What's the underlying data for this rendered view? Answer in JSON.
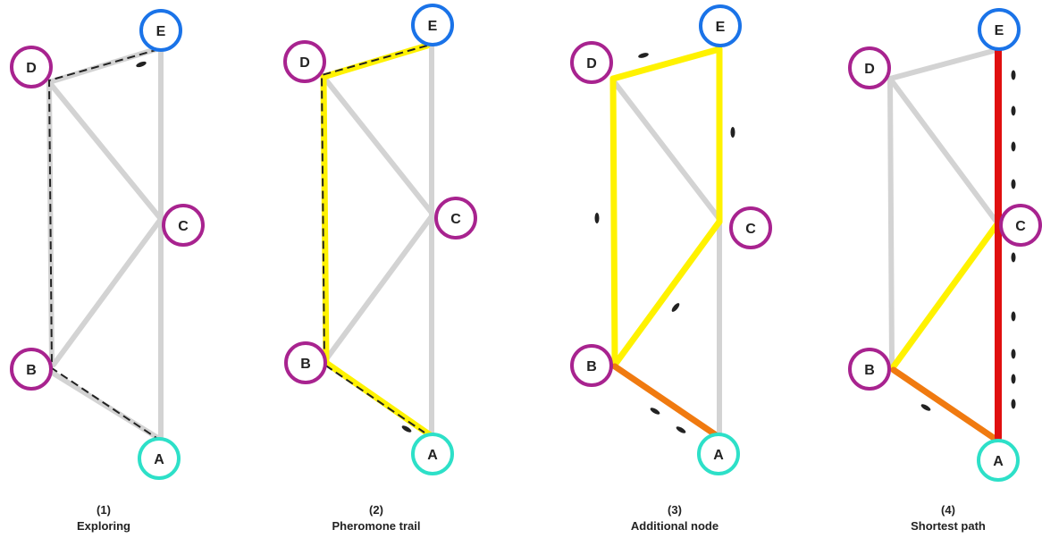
{
  "panels": [
    {
      "number": "(1)",
      "title": "Exploring"
    },
    {
      "number": "(2)",
      "title": "Pheromone trail"
    },
    {
      "number": "(3)",
      "title": "Additional node"
    },
    {
      "number": "(4)",
      "title": "Shortest path"
    }
  ],
  "node_labels": {
    "A": "A",
    "B": "B",
    "C": "C",
    "D": "D",
    "E": "E"
  },
  "colors": {
    "edge_default": "#d3d3d3",
    "pheromone": "#fff200",
    "strong_pheromone": "#f07a10",
    "shortest_path": "#e01010",
    "ant_path": "#222222",
    "node_purple": "#a8238f",
    "node_blue": "#1a73e8",
    "node_teal": "#2de0c8"
  }
}
